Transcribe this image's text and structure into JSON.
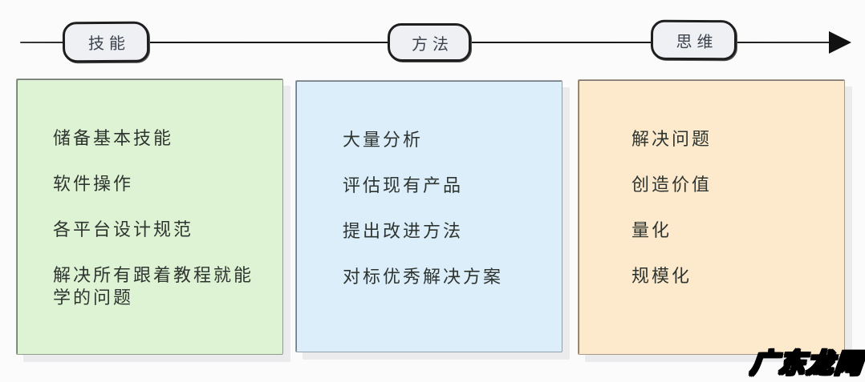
{
  "timeline": {
    "arrow_color": "#111111",
    "node_fill": "#eef0f4",
    "node_border": "#1e1e1e",
    "nodes": [
      {
        "id": "skills",
        "label": "技能"
      },
      {
        "id": "methods",
        "label": "方法"
      },
      {
        "id": "mindset",
        "label": "思维"
      }
    ]
  },
  "columns": [
    {
      "id": "skills",
      "fill": "#def3d3",
      "items": [
        "储备基本技能",
        "软件操作",
        "各平台设计规范",
        "解决所有跟着教程就能\n学的问题"
      ]
    },
    {
      "id": "methods",
      "fill": "#dceefa",
      "items": [
        "大量分析",
        "评估现有产品",
        "提出改进方法",
        "对标优秀解决方案"
      ]
    },
    {
      "id": "mindset",
      "fill": "#fdeacd",
      "items": [
        "解决问题",
        "创造价值",
        "量化",
        "规模化"
      ]
    }
  ],
  "watermark": {
    "text": "广东龙网"
  }
}
